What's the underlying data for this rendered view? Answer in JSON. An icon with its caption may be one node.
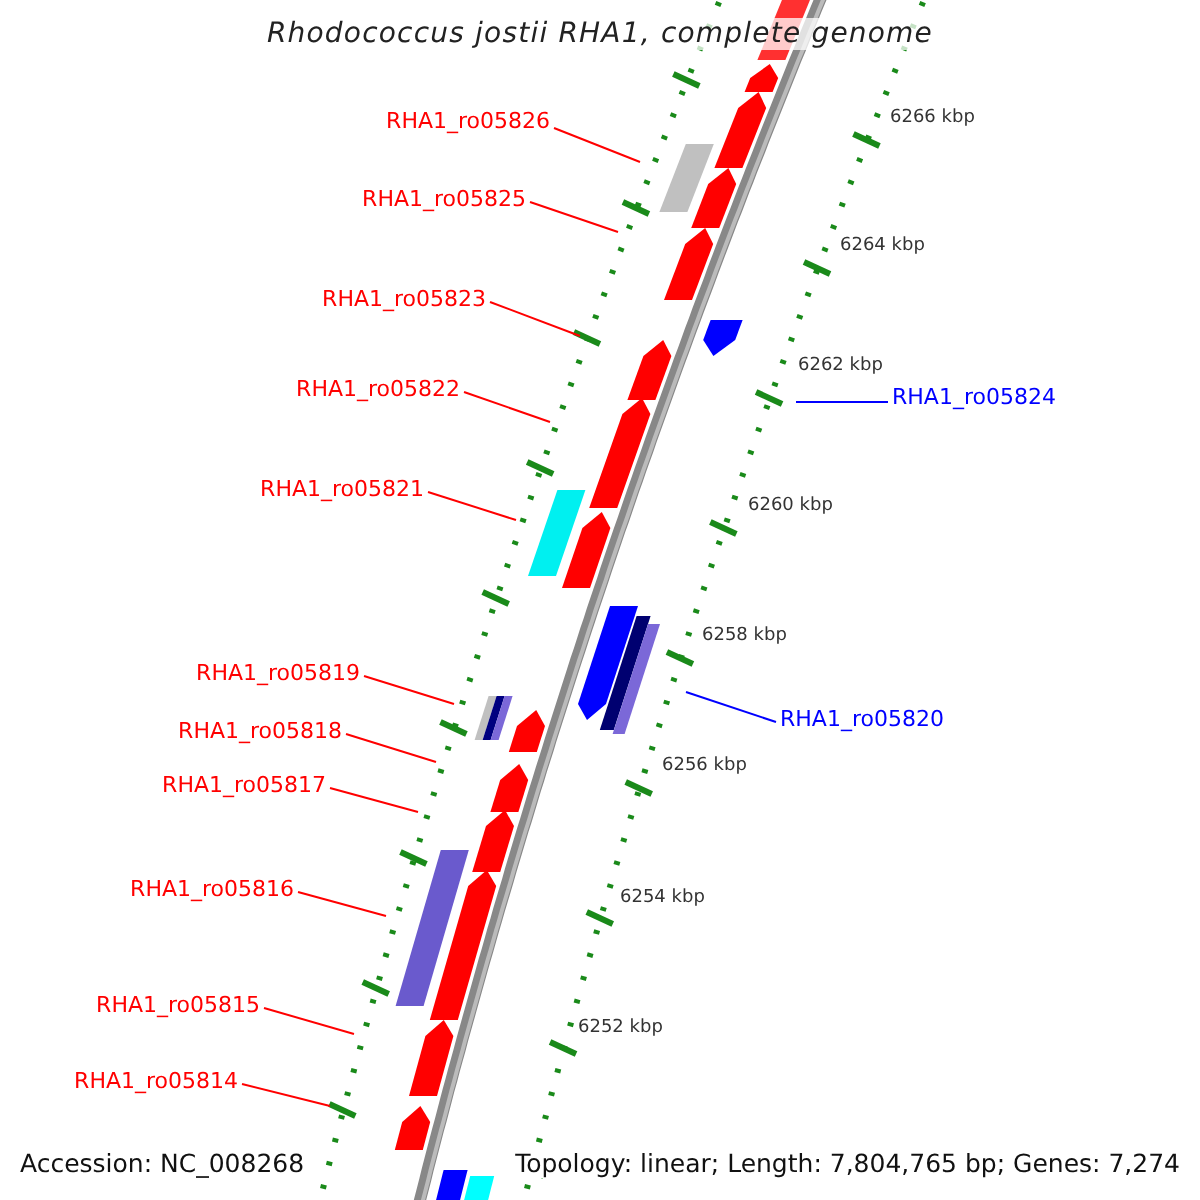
{
  "diagram": {
    "title": "Rhodococcus jostii RHA1, complete genome",
    "nodes": [
      {
        "text": [
          "RHA1_ro05826"
        ]
      },
      {
        "text": [
          "RHA1_ro05825"
        ]
      },
      {
        "text": [
          "RHA1_ro05823"
        ]
      },
      {
        "text": [
          "RHA1_ro05822"
        ]
      },
      {
        "text": [
          "RHA1_ro05824"
        ]
      },
      {
        "text": [
          "RHA1_ro05821"
        ]
      },
      {
        "text": [
          "RHA1_ro05819"
        ]
      },
      {
        "text": [
          "RHA1_ro05820"
        ]
      },
      {
        "text": [
          "RHA1_ro05818"
        ]
      },
      {
        "text": [
          "RHA1_ro05817"
        ]
      },
      {
        "text": [
          "RHA1_ro05816"
        ]
      },
      {
        "text": [
          "RHA1_ro05815"
        ]
      },
      {
        "text": [
          "RHA1_ro05814"
        ]
      }
    ],
    "edges": [
      {
        "from": 0,
        "to": null,
        "arrow": "none"
      },
      {
        "from": 1,
        "to": null,
        "arrow": "none"
      },
      {
        "from": 2,
        "to": null,
        "arrow": "none"
      },
      {
        "from": 3,
        "to": null,
        "arrow": "none"
      },
      {
        "from": 4,
        "to": null,
        "arrow": "none",
        "color": "#0000ff"
      },
      {
        "from": 5,
        "to": null,
        "arrow": "none"
      },
      {
        "from": 6,
        "to": null,
        "arrow": "none"
      },
      {
        "from": 7,
        "to": null,
        "arrow": "none",
        "color": "#0000ff"
      },
      {
        "from": 8,
        "to": null,
        "arrow": "none"
      },
      {
        "from": 9,
        "to": null,
        "arrow": "none"
      },
      {
        "from": 10,
        "to": null,
        "arrow": "none"
      },
      {
        "from": 11,
        "to": null,
        "arrow": "none"
      },
      {
        "from": 12,
        "to": null,
        "arrow": "none"
      }
    ],
    "labels": [
      "6266 kbp",
      "6264 kbp",
      "6262 kbp",
      "6260 kbp",
      "6258 kbp",
      "6256 kbp",
      "6254 kbp",
      "6252 kbp",
      "Accession: NC_008268",
      "Topology: linear; Length: 7,804,765 bp; Genes: 7,274"
    ]
  }
}
